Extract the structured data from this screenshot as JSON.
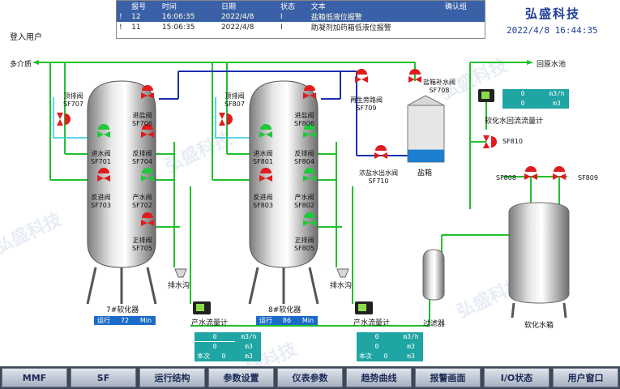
{
  "header": {
    "login_label": "登入用户",
    "brand": "弘盛科技",
    "datetime": "2022/4/8 16:44:35"
  },
  "alarm_table": {
    "columns": [
      "",
      "报号",
      "时间",
      "日期",
      "状态",
      "文本",
      "确认组"
    ],
    "rows": [
      {
        "flag": "!",
        "no": "12",
        "time": "16:06:35",
        "date": "2022/4/8",
        "state": "I",
        "text": "盐箱低液位报警",
        "ack": ""
      },
      {
        "flag": "!",
        "no": "11",
        "time": "15:06:35",
        "date": "2022/4/8",
        "state": "I",
        "text": "助凝剂加药箱低液位报警",
        "ack": ""
      }
    ]
  },
  "lines": {
    "inlet": "多介质",
    "return_pool": "回原水池",
    "drain1": "排水沟",
    "drain2": "排水沟"
  },
  "tank7": {
    "name": "7#软化器",
    "valves": [
      {
        "name": "顶排阀",
        "tag": "SF707"
      },
      {
        "name": "进盐阀",
        "tag": "SF706"
      },
      {
        "name": "进水阀",
        "tag": "SF701"
      },
      {
        "name": "反排阀",
        "tag": "SF704"
      },
      {
        "name": "反进阀",
        "tag": "SF703"
      },
      {
        "name": "产水阀",
        "tag": "SF702"
      },
      {
        "name": "正排阀",
        "tag": "SF705"
      }
    ],
    "run": {
      "status": "运行",
      "value": "72",
      "unit": "Min"
    },
    "meter_label": "产水流量计"
  },
  "tank8": {
    "name": "8#软化器",
    "valves": [
      {
        "name": "顶排阀",
        "tag": "SF807"
      },
      {
        "name": "进盐阀",
        "tag": "SF806"
      },
      {
        "name": "进水阀",
        "tag": "SF801"
      },
      {
        "name": "反排阀",
        "tag": "SF804"
      },
      {
        "name": "反进阀",
        "tag": "SF803"
      },
      {
        "name": "产水阀",
        "tag": "SF802"
      },
      {
        "name": "正排阀",
        "tag": "SF805"
      }
    ],
    "run": {
      "status": "运行",
      "value": "86",
      "unit": "Min"
    },
    "meter_label": "产水流量计"
  },
  "meter7": {
    "flow": "0",
    "flow_unit": "m3/h",
    "total": "0",
    "total_unit": "m3",
    "batch_label": "本次",
    "batch": "0",
    "batch_unit": "m3"
  },
  "meter8": {
    "flow": "0",
    "flow_unit": "m3/h",
    "total": "0",
    "total_unit": "m3",
    "batch_label": "本次",
    "batch": "0",
    "batch_unit": "m3"
  },
  "salt": {
    "regen_bypass": {
      "name": "再生旁路阀",
      "tag": "SF709"
    },
    "salt_out": {
      "name": "浓盐水出水阀",
      "tag": "SF710"
    },
    "salt_makeup": {
      "name": "盐箱补水阀",
      "tag": "SF708"
    },
    "tank_label": "盐箱",
    "level_fraction": 0.22
  },
  "softened": {
    "return_meter_label": "软化水回流流量计",
    "return_flow": "0",
    "return_flow_unit": "m3/h",
    "return_total": "0",
    "return_total_unit": "m3",
    "sf810": "SF810",
    "sf808": "SF808",
    "sf809": "SF809",
    "filter_label": "过滤器",
    "tank_label": "软化水箱"
  },
  "nav": [
    "MMF",
    "SF",
    "运行结构",
    "参数设置",
    "仪表参数",
    "趋势曲线",
    "报警画面",
    "I/O状态",
    "用户窗口"
  ],
  "colors": {
    "pipe_green": "#22c02e",
    "pipe_blue": "#1a2fb0",
    "valve_red": "#e01c1c",
    "valve_green": "#1ec83a",
    "readout": "#1fa5a3",
    "run_blue": "#1b6cc8"
  }
}
